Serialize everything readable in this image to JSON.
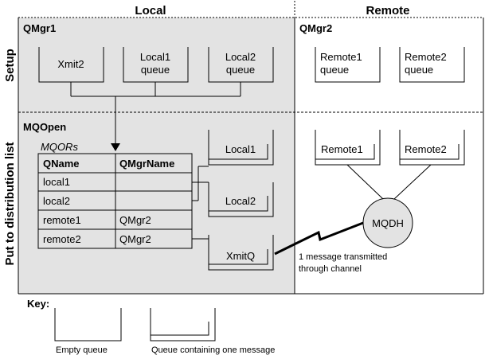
{
  "headers": {
    "local": "Local",
    "remote": "Remote"
  },
  "rows": {
    "setup": "Setup",
    "put": "Put to distribution list"
  },
  "setup": {
    "qmgr1": "QMgr1",
    "qmgr2": "QMgr2",
    "queues": {
      "xmit2": "Xmit2",
      "local1_line1": "Local1",
      "local1_line2": "queue",
      "local2_line1": "Local2",
      "local2_line2": "queue",
      "remote1_line1": "Remote1",
      "remote1_line2": "queue",
      "remote2_line1": "Remote2",
      "remote2_line2": "queue"
    }
  },
  "put": {
    "mqopen": "MQOpen",
    "mqors": "MQORs",
    "table": {
      "headers": [
        "QName",
        "QMgrName"
      ],
      "rows": [
        [
          "local1",
          ""
        ],
        [
          "local2",
          ""
        ],
        [
          "remote1",
          "QMgr2"
        ],
        [
          "remote2",
          "QMgr2"
        ]
      ]
    },
    "queues": {
      "local1": "Local1",
      "local2": "Local2",
      "xmitq": "XmitQ",
      "remote1": "Remote1",
      "remote2": "Remote2"
    },
    "mqdh": "MQDH",
    "channel_note_line1": "1 message transmitted",
    "channel_note_line2": "through channel"
  },
  "key": {
    "title": "Key:",
    "empty": "Empty queue",
    "one": "Queue containing one message"
  },
  "colors": {
    "local_fill": "#e3e3e3",
    "mqdh_fill": "#e3e3e3",
    "stroke": "#000000"
  }
}
